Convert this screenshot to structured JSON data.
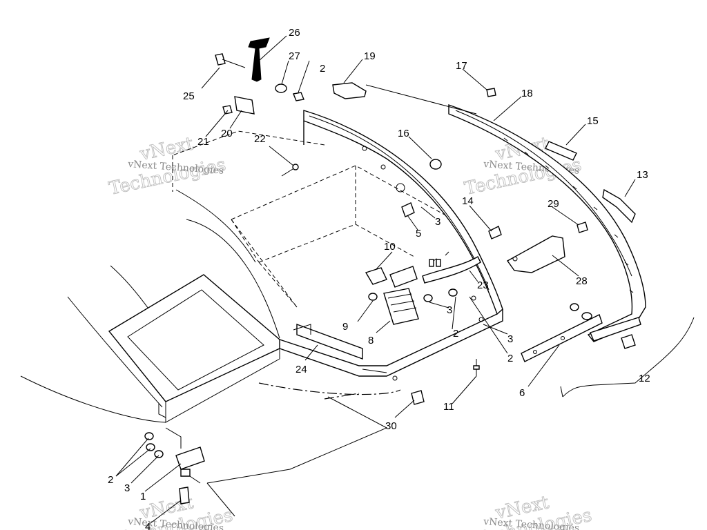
{
  "diagram": {
    "callouts": {
      "c1": "1",
      "c2a": "2",
      "c2b": "2",
      "c2c": "2",
      "c2d": "2",
      "c3a": "3",
      "c3b": "3",
      "c3c": "3",
      "c3d": "3",
      "c4": "4",
      "c5": "5",
      "c6": "6",
      "c8": "8",
      "c9": "9",
      "c10": "10",
      "c11": "11",
      "c12": "12",
      "c13": "13",
      "c14": "14",
      "c15": "15",
      "c16": "16",
      "c17": "17",
      "c18": "18",
      "c19": "19",
      "c20": "20",
      "c21": "21",
      "c22": "22",
      "c23": "23",
      "c24": "24",
      "c25": "25",
      "c26": "26",
      "c27": "27",
      "c28": "28",
      "c29": "29",
      "c30": "30"
    },
    "watermark": {
      "line1": "vNext",
      "line2": "Technologies",
      "small": "vNext Technologies"
    }
  }
}
